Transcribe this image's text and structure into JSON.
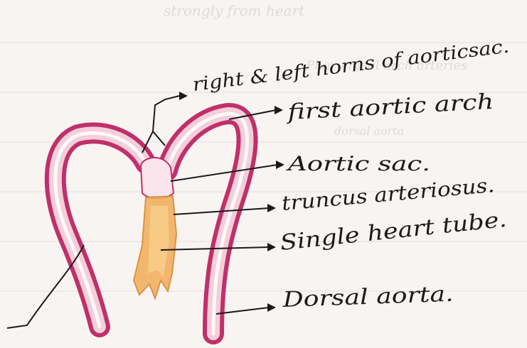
{
  "labels": {
    "horns": "right & left horns of aorticsac.",
    "first_arch": "first aortic arch",
    "aortic_sac": "Aortic sac.",
    "truncus": "truncus arteriosus.",
    "heart_tube": "Single heart tube.",
    "dorsal_aorta": "Dorsal aorta."
  },
  "bleed_through": {
    "line1": "strongly from heart",
    "line2": "Pharyngeal arch arteries",
    "line3": "dorsal aorta"
  },
  "colors": {
    "arch_outer": "#c0306a",
    "arch_fill": "#f3cfd9",
    "heart_tube": "#f2b060",
    "ink": "#1a1a1a"
  }
}
